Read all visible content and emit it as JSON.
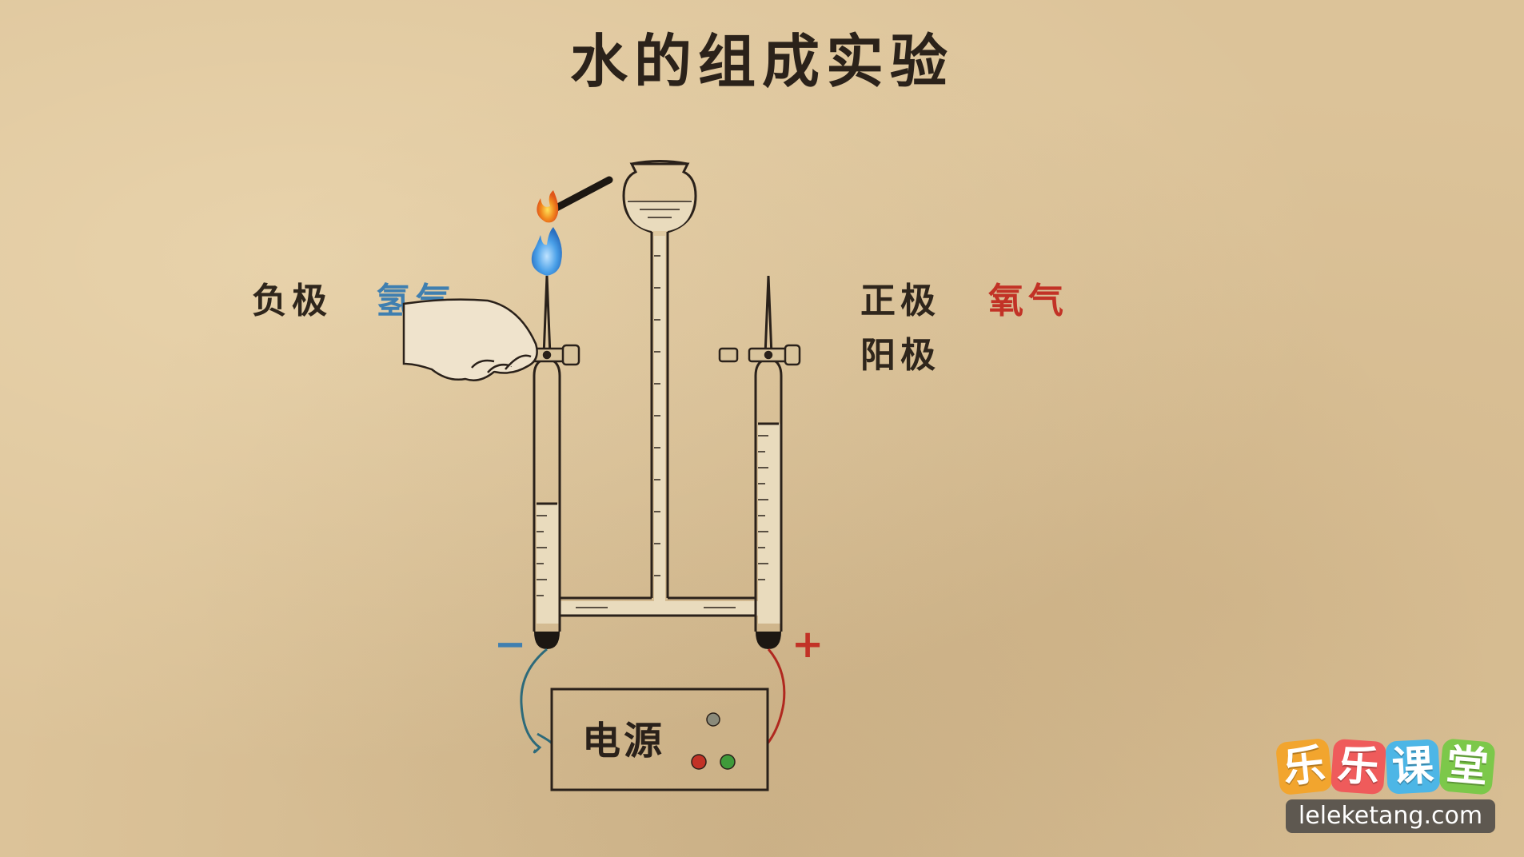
{
  "title": "水的组成实验",
  "labels": {
    "negative_electrode": "负极",
    "hydrogen": "氢气",
    "positive_electrode": "正极",
    "oxygen": "氧气",
    "anode": "阳极",
    "minus_sign": "−",
    "plus_sign": "+",
    "power_supply": "电源"
  },
  "logo": {
    "chars": [
      "乐",
      "乐",
      "课",
      "堂"
    ],
    "url": "leleketang.com"
  },
  "colors": {
    "hydrogen": "#3f7fb0",
    "oxygen": "#c23226",
    "background": "#dcc399"
  }
}
